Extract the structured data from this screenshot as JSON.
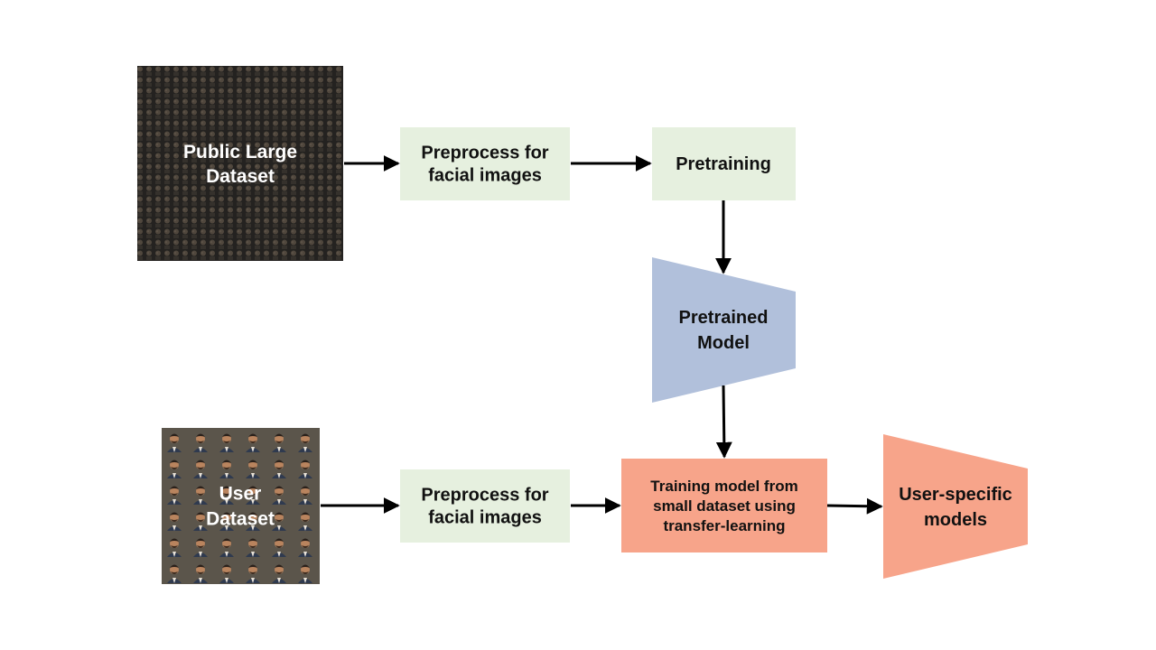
{
  "colors": {
    "box_light_green": "#e6f0df",
    "box_salmon": "#f7a48a",
    "trapezoid_blue": "#b1c0db",
    "trapezoid_salmon": "#f7a48a",
    "arrow": "#000000",
    "public_dataset_bg": "#2b2926",
    "user_dataset_bg": "#5b554b"
  },
  "nodes": {
    "public_dataset": {
      "lines": [
        "Public Large",
        "Dataset"
      ]
    },
    "user_dataset": {
      "lines": [
        "User",
        "Dataset"
      ]
    },
    "preprocess_top": {
      "lines": [
        "Preprocess for",
        "facial images"
      ]
    },
    "preprocess_bottom": {
      "lines": [
        "Preprocess for",
        "facial images"
      ]
    },
    "pretraining": {
      "lines": [
        "Pretraining"
      ]
    },
    "pretrained_model": {
      "lines": [
        "Pretrained",
        "Model"
      ]
    },
    "training_model": {
      "lines": [
        "Training model from",
        "small dataset using",
        "transfer-learning"
      ]
    },
    "user_specific_models": {
      "lines": [
        "User-specific",
        "models"
      ]
    }
  }
}
